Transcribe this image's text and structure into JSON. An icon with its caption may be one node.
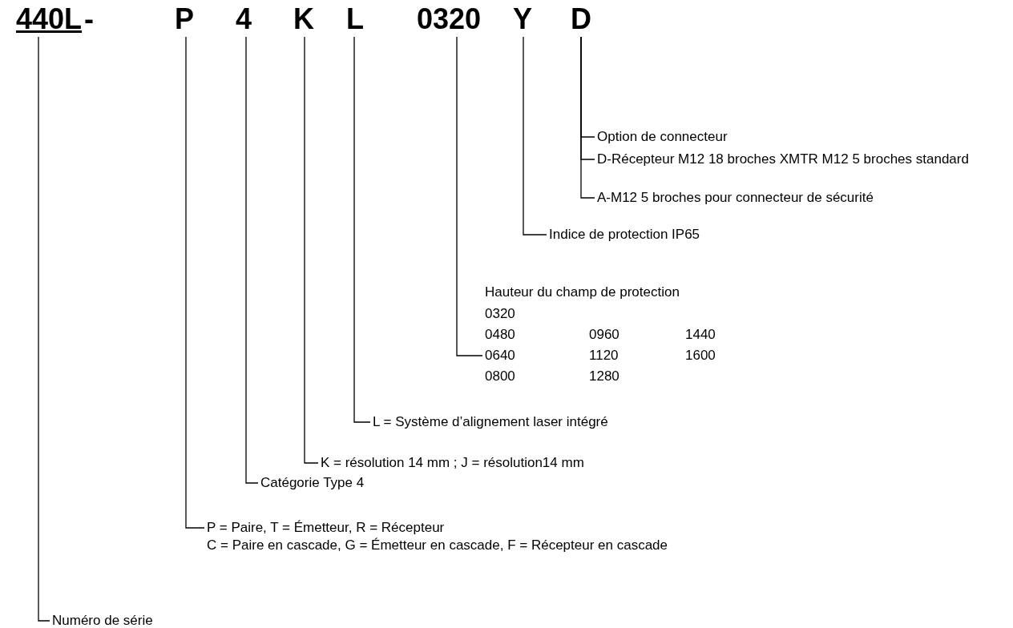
{
  "diagram": {
    "nodes": [
      {
        "text": [
          "440L"
        ]
      },
      {
        "text": [
          "P"
        ]
      },
      {
        "text": [
          "4"
        ]
      },
      {
        "text": [
          "K"
        ]
      },
      {
        "text": [
          "L"
        ]
      },
      {
        "text": [
          "0320"
        ]
      },
      {
        "text": [
          "Y"
        ]
      },
      {
        "text": [
          "D"
        ]
      },
      {
        "text": [
          "Option de connecteur"
        ]
      },
      {
        "text": [
          "D-Récepteur M12 18 broches XMTR M12 5 broches standard"
        ]
      },
      {
        "text": [
          "A-M12 5 broches pour connecteur de sécurité"
        ]
      },
      {
        "text": [
          "Indice de protection IP65"
        ]
      },
      {
        "text": [
          "Hauteur du champ de protection",
          "0320",
          "0480",
          "0960",
          "1440",
          "0640",
          "1120",
          "1600",
          "0800",
          "1280"
        ]
      },
      {
        "text": [
          "L = Système d’alignement laser intégré"
        ]
      },
      {
        "text": [
          "K = résolution 14 mm ; J = résolution14 mm"
        ]
      },
      {
        "text": [
          "Catégorie Type 4"
        ]
      },
      {
        "text": [
          "P = Paire, T = Émetteur, R = Récepteur",
          "C = Paire en cascade, G = Émetteur en cascade, F = Récepteur en cascade"
        ]
      },
      {
        "text": [
          "Numéro de série"
        ]
      }
    ],
    "edges": [
      {
        "from": 7,
        "to": 8,
        "arrow": "none"
      },
      {
        "from": 7,
        "to": 9,
        "arrow": "none"
      },
      {
        "from": 7,
        "to": 10,
        "arrow": "none"
      },
      {
        "from": 6,
        "to": 11,
        "arrow": "none"
      },
      {
        "from": 5,
        "to": 12,
        "arrow": "none"
      },
      {
        "from": 4,
        "to": 13,
        "arrow": "none"
      },
      {
        "from": 3,
        "to": 14,
        "arrow": "none"
      },
      {
        "from": 2,
        "to": 15,
        "arrow": "none"
      },
      {
        "from": 1,
        "to": 16,
        "arrow": "none"
      },
      {
        "from": 0,
        "to": 17,
        "arrow": "none"
      }
    ],
    "labels": [
      "-"
    ]
  }
}
